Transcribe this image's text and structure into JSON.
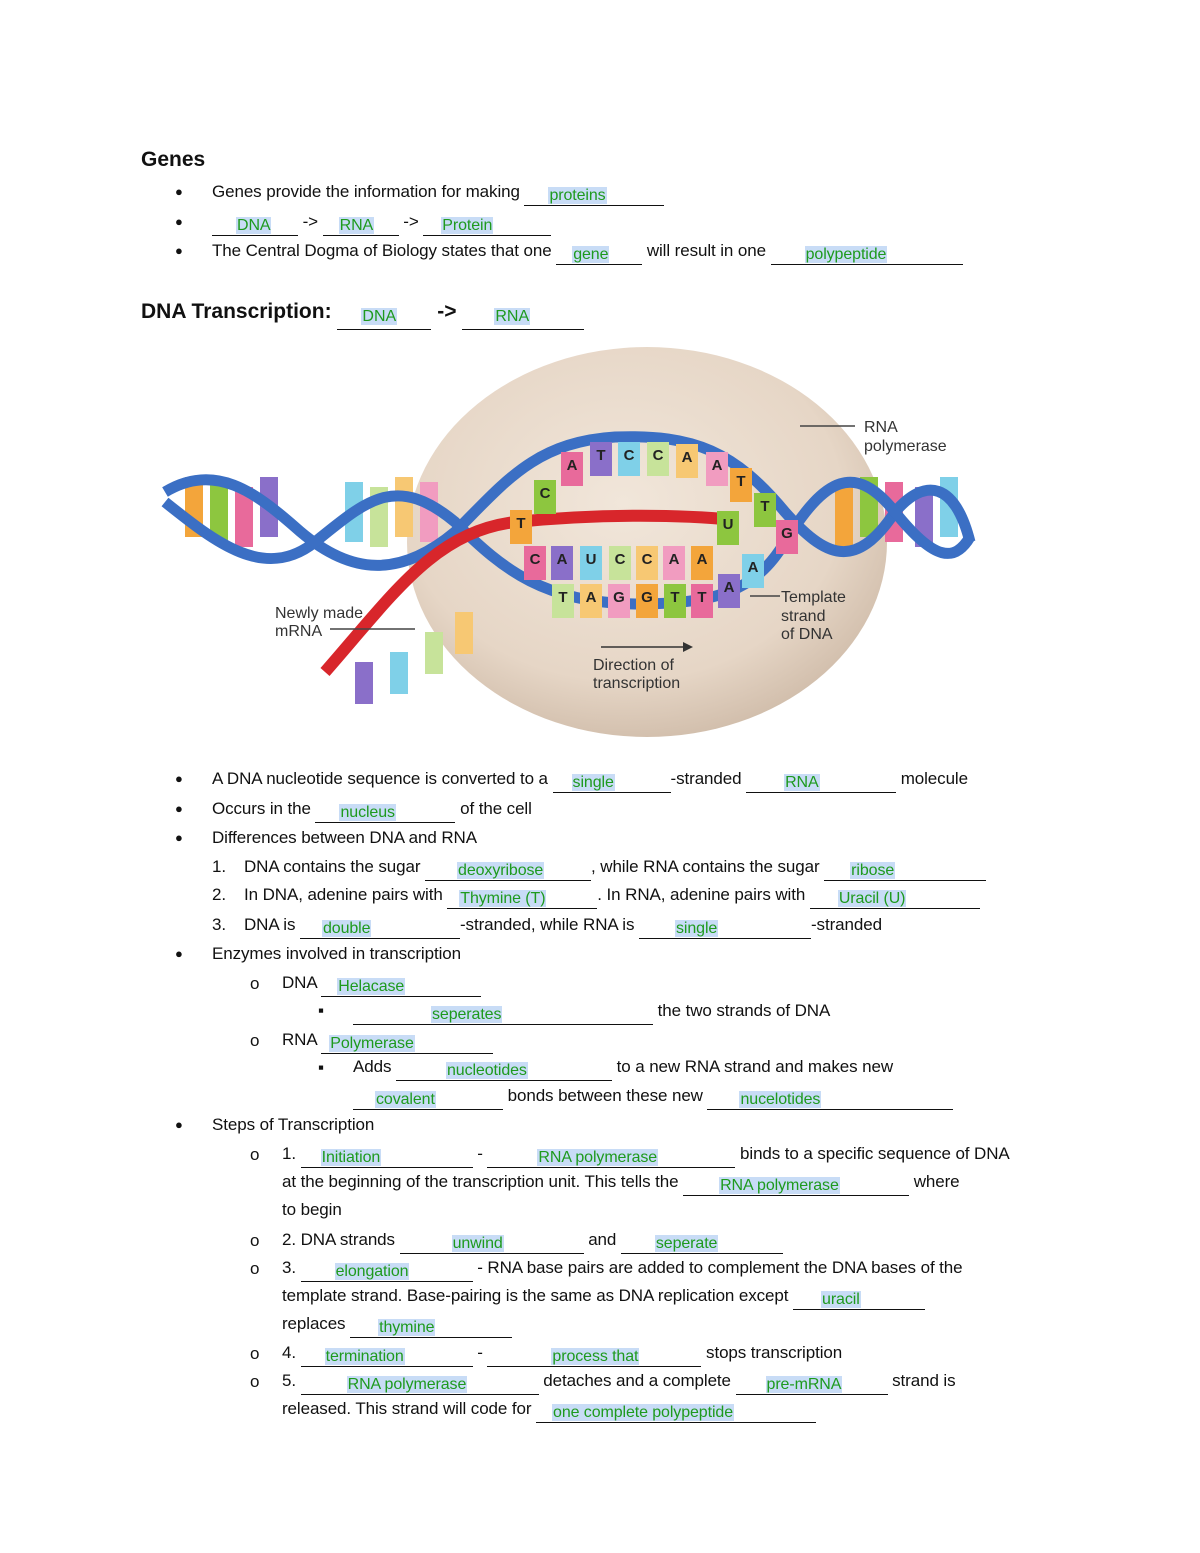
{
  "genes": {
    "heading": "Genes",
    "line1": {
      "text": "Genes provide the information for making",
      "answer": "proteins"
    },
    "line2": {
      "a1": "DNA",
      "arrow1": "->",
      "a2": "RNA",
      "arrow2": "->",
      "a3": "Protein"
    },
    "line3": {
      "t1": "The Central Dogma of Biology states that one",
      "a1": "gene",
      "t2": "will result in one",
      "a2": "polypeptide"
    }
  },
  "transcription": {
    "heading": "DNA Transcription:",
    "a1": "DNA",
    "arrow": "->",
    "a2": "RNA"
  },
  "figure": {
    "labels": {
      "rna_polymerase": [
        "RNA",
        "polymerase"
      ],
      "newly_made_mrna": [
        "Newly made",
        "mRNA"
      ],
      "template_strand": [
        "Template",
        "strand",
        "of DNA"
      ],
      "direction": [
        "Direction of",
        "transcription"
      ]
    },
    "top_bases": [
      "T",
      "C",
      "A",
      "T",
      "C",
      "C",
      "A",
      "A",
      "T",
      "T",
      "G"
    ],
    "rna_bases": [
      "C",
      "A",
      "U",
      "C",
      "C",
      "A",
      "A",
      "U"
    ],
    "template_bases": [
      "T",
      "A",
      "G",
      "G",
      "T",
      "T",
      "A",
      "A"
    ],
    "colors": {
      "strand": "#3b6fc4",
      "mrna": "#d8262b",
      "nucleus": "#e6d6c6"
    }
  },
  "body": {
    "l1": {
      "t1": "A DNA nucleotide sequence is converted to a",
      "a1": "single",
      "t2": "-stranded",
      "a2": "RNA",
      "t3": "molecule"
    },
    "l2": {
      "t1": "Occurs in the",
      "a1": "nucleus",
      "t2": "of the cell"
    },
    "l3": {
      "t1": "Differences between DNA and RNA"
    },
    "n1": {
      "num": "1.",
      "t1": "DNA contains the sugar",
      "a1": "deoxyribose",
      "t2": ", while RNA contains the sugar",
      "a2": "ribose"
    },
    "n2": {
      "num": "2.",
      "t1": "In DNA, adenine pairs with",
      "a1": "Thymine (T)",
      "t2": ". In RNA, adenine pairs with",
      "a2": "Uracil (U)"
    },
    "n3": {
      "num": "3.",
      "t1": "DNA is",
      "a1": "double",
      "t2": "-stranded, while RNA is",
      "a2": "single",
      "t3": "-stranded"
    },
    "l4": {
      "t1": "Enzymes involved in transcription"
    },
    "e1": {
      "t1": "DNA",
      "a1": "Helacase"
    },
    "e1s": {
      "a1": "seperates",
      "t1": "the two strands of DNA"
    },
    "e2": {
      "t1": "RNA",
      "a1": "Polymerase"
    },
    "e2s": {
      "t1": "Adds",
      "a1": "nucleotides",
      "t2": "to a new RNA strand and makes new",
      "a2": "covalent",
      "t3": "bonds between these new",
      "a3": "nucelotides"
    },
    "l5": {
      "t1": "Steps of Transcription"
    },
    "s1": {
      "num": "1.",
      "a1": "Initiation",
      "dash": "-",
      "a2": "RNA polymerase",
      "t1": "binds to a specific sequence of DNA",
      "t2": "at the beginning of the transcription unit. This tells the",
      "a3": "RNA polymerase",
      "t3": "where",
      "t4": "to begin"
    },
    "s2": {
      "t1": "2. DNA strands",
      "a1": "unwind",
      "t2": "and",
      "a2": "seperate"
    },
    "s3": {
      "num": "3.",
      "a1": "elongation",
      "t1": "- RNA base pairs are added to complement the DNA bases of the",
      "t2": "template strand. Base-pairing is the same as DNA replication except",
      "a2": "uracil",
      "t3": "replaces",
      "a3": "thymine"
    },
    "s4": {
      "num": "4.",
      "a1": "termination",
      "dash": "-",
      "a2": "process  that",
      "t1": "stops transcription"
    },
    "s5": {
      "num": "5.",
      "a1": "RNA polymerase",
      "t1": "detaches and a complete",
      "a2": "pre-mRNA",
      "t2": "strand is",
      "t3": "released. This strand will code for",
      "a3": "one complete polypeptide"
    }
  },
  "markers": {
    "bullet": "●",
    "circle": "o",
    "square": "▪"
  }
}
